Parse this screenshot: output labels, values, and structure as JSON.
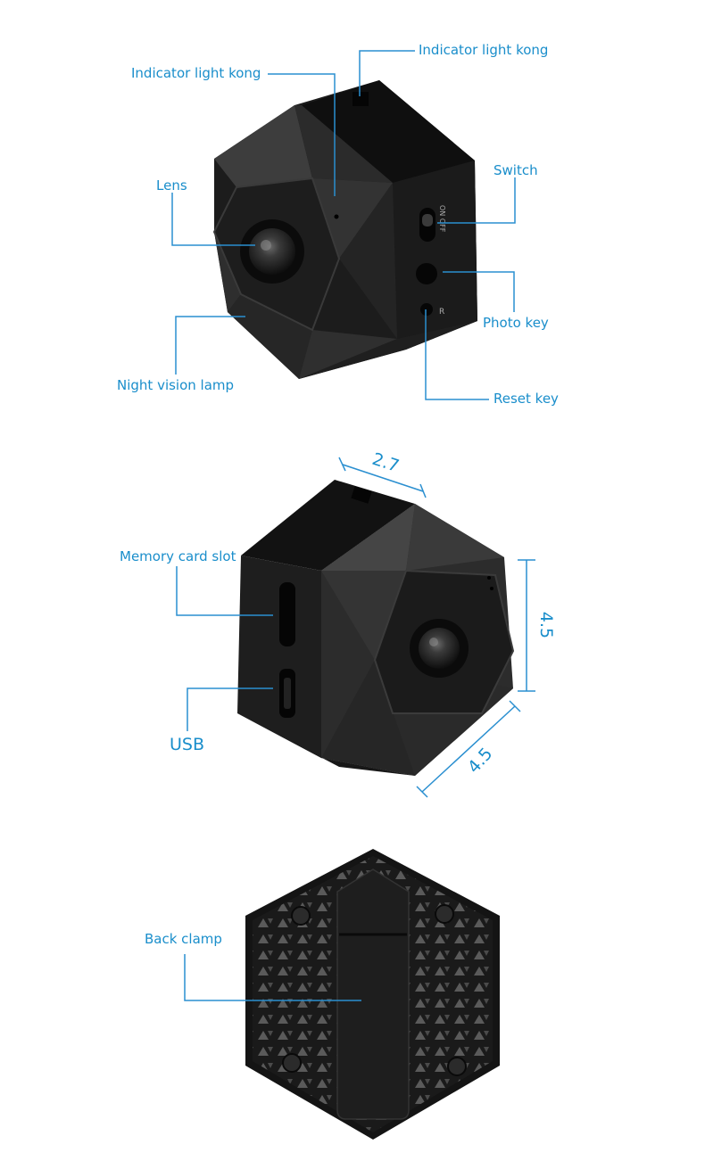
{
  "colors": {
    "label": "#1a8ecb",
    "leader": "#2a8fd0",
    "device_dark": "#141414",
    "device_mid": "#2a2a2a",
    "device_light": "#3b3b3b"
  },
  "top_view": {
    "labels": {
      "indicator_top": "Indicator light kong",
      "indicator_front": "Indicator light kong",
      "lens": "Lens",
      "switch": "Switch",
      "photo_key": "Photo key",
      "night_vision": "Night vision lamp",
      "reset_key": "Reset key"
    },
    "switch_marks": "ON OFF",
    "reset_mark": "R"
  },
  "middle_view": {
    "labels": {
      "memory_slot": "Memory card slot",
      "usb": "USB"
    },
    "dimensions": {
      "top": "2.7",
      "right": "4.5",
      "bottom": "4.5"
    }
  },
  "bottom_view": {
    "labels": {
      "back_clamp": "Back clamp"
    }
  }
}
